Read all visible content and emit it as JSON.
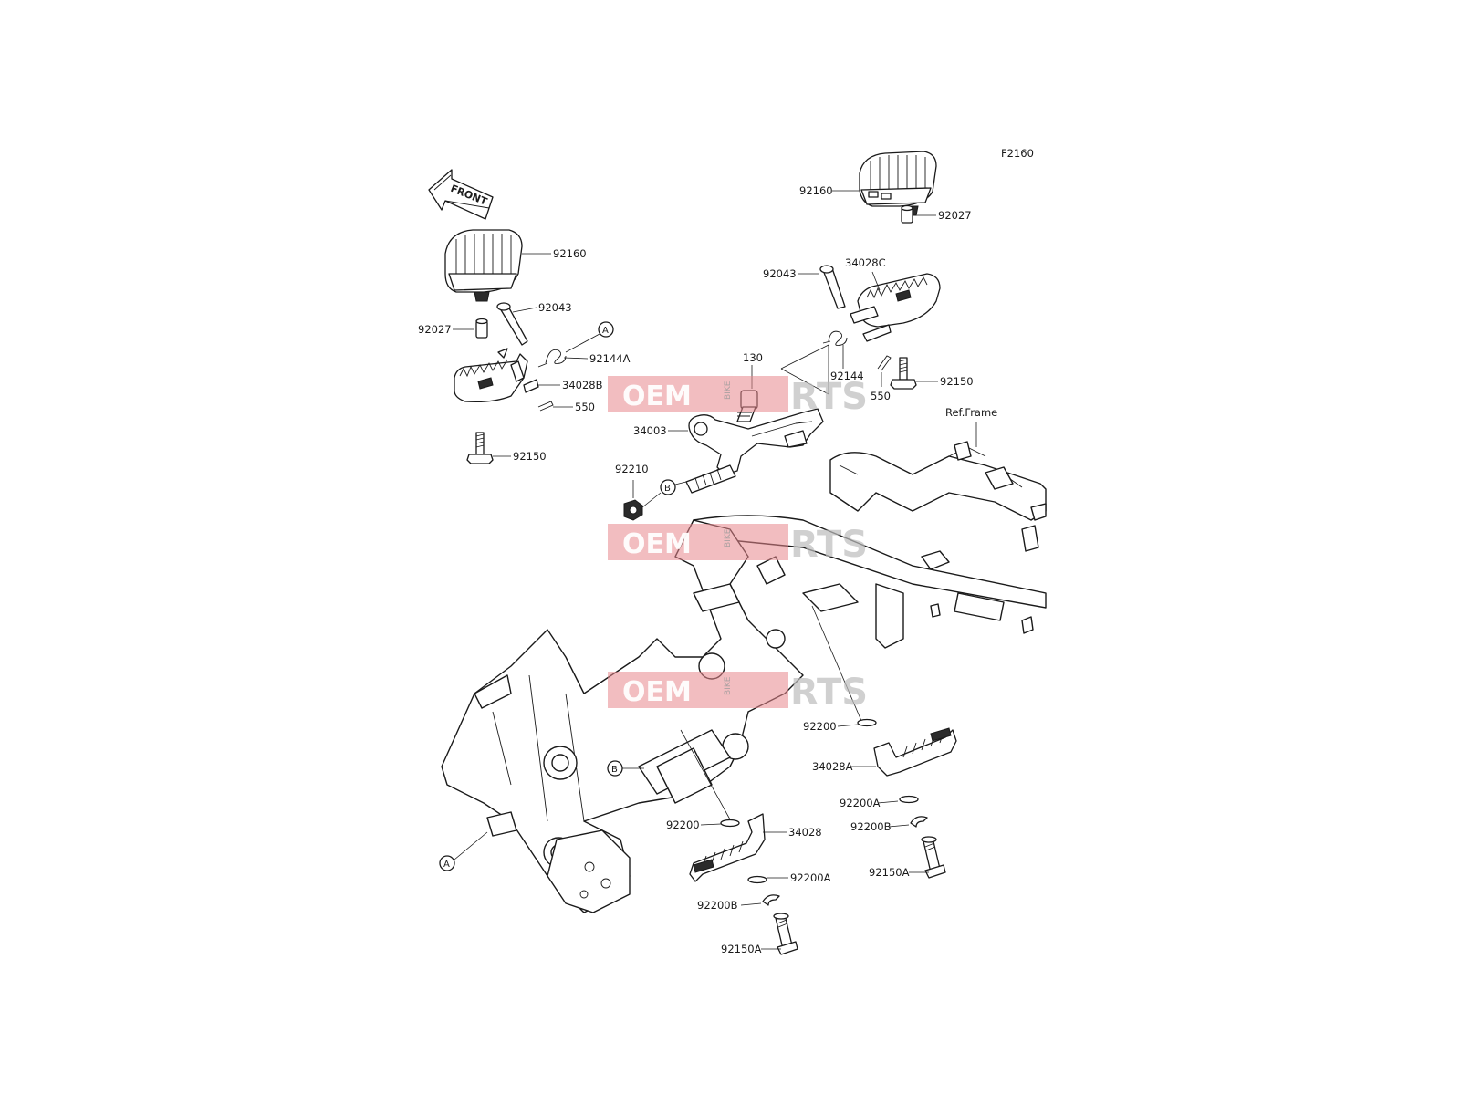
{
  "diagram_code": "F2160",
  "front_arrow_text": "FRONT",
  "ref_frame": "Ref.Frame",
  "watermark": {
    "left": "OEM",
    "middle": "BIKE",
    "right": "RTS"
  },
  "refs": {
    "A": "A",
    "B": "B"
  },
  "labels": {
    "p92160_l": "92160",
    "p92043_l": "92043",
    "p92027_l": "92027",
    "p92144A": "92144A",
    "p34028B": "34028B",
    "p550_l": "550",
    "p92150_l": "92150",
    "p92160_r": "92160",
    "p92027_r": "92027",
    "p92043_r": "92043",
    "p34028C": "34028C",
    "p130": "130",
    "p92144": "92144",
    "p550_r": "550",
    "p92150_r": "92150",
    "p34003": "34003",
    "p92210": "92210",
    "p92200_r": "92200",
    "p34028A": "34028A",
    "p92200A_r": "92200A",
    "p92200B_r": "92200B",
    "p92150A_r": "92150A",
    "p92200_l": "92200",
    "p34028": "34028",
    "p92200A_l": "92200A",
    "p92200B_l": "92200B",
    "p92150A_l": "92150A"
  }
}
